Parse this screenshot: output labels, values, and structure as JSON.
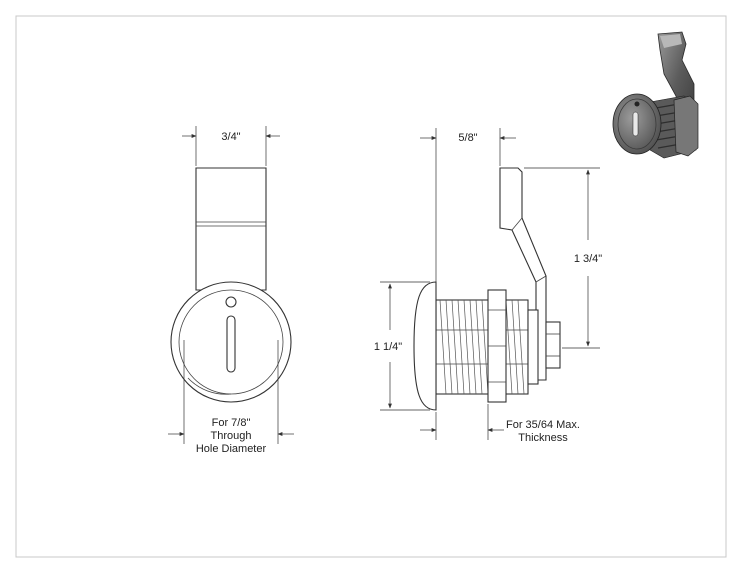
{
  "front_view": {
    "width_label": "3/4\"",
    "hole_label_line1": "For 7/8\"",
    "hole_label_line2": "Through",
    "hole_label_line3": "Hole Diameter"
  },
  "side_view": {
    "cam_offset_label": "5/8\"",
    "height_label": "1 3/4\"",
    "face_diameter_label": "1 1/4\"",
    "thickness_label_line1": "For 35/64 Max.",
    "thickness_label_line2": "Thickness"
  },
  "colors": {
    "line": "#333333",
    "frame": "#c8c8c8",
    "photo_metal": "#6e6e6e"
  },
  "icons": [
    "cam-lock-photo"
  ]
}
